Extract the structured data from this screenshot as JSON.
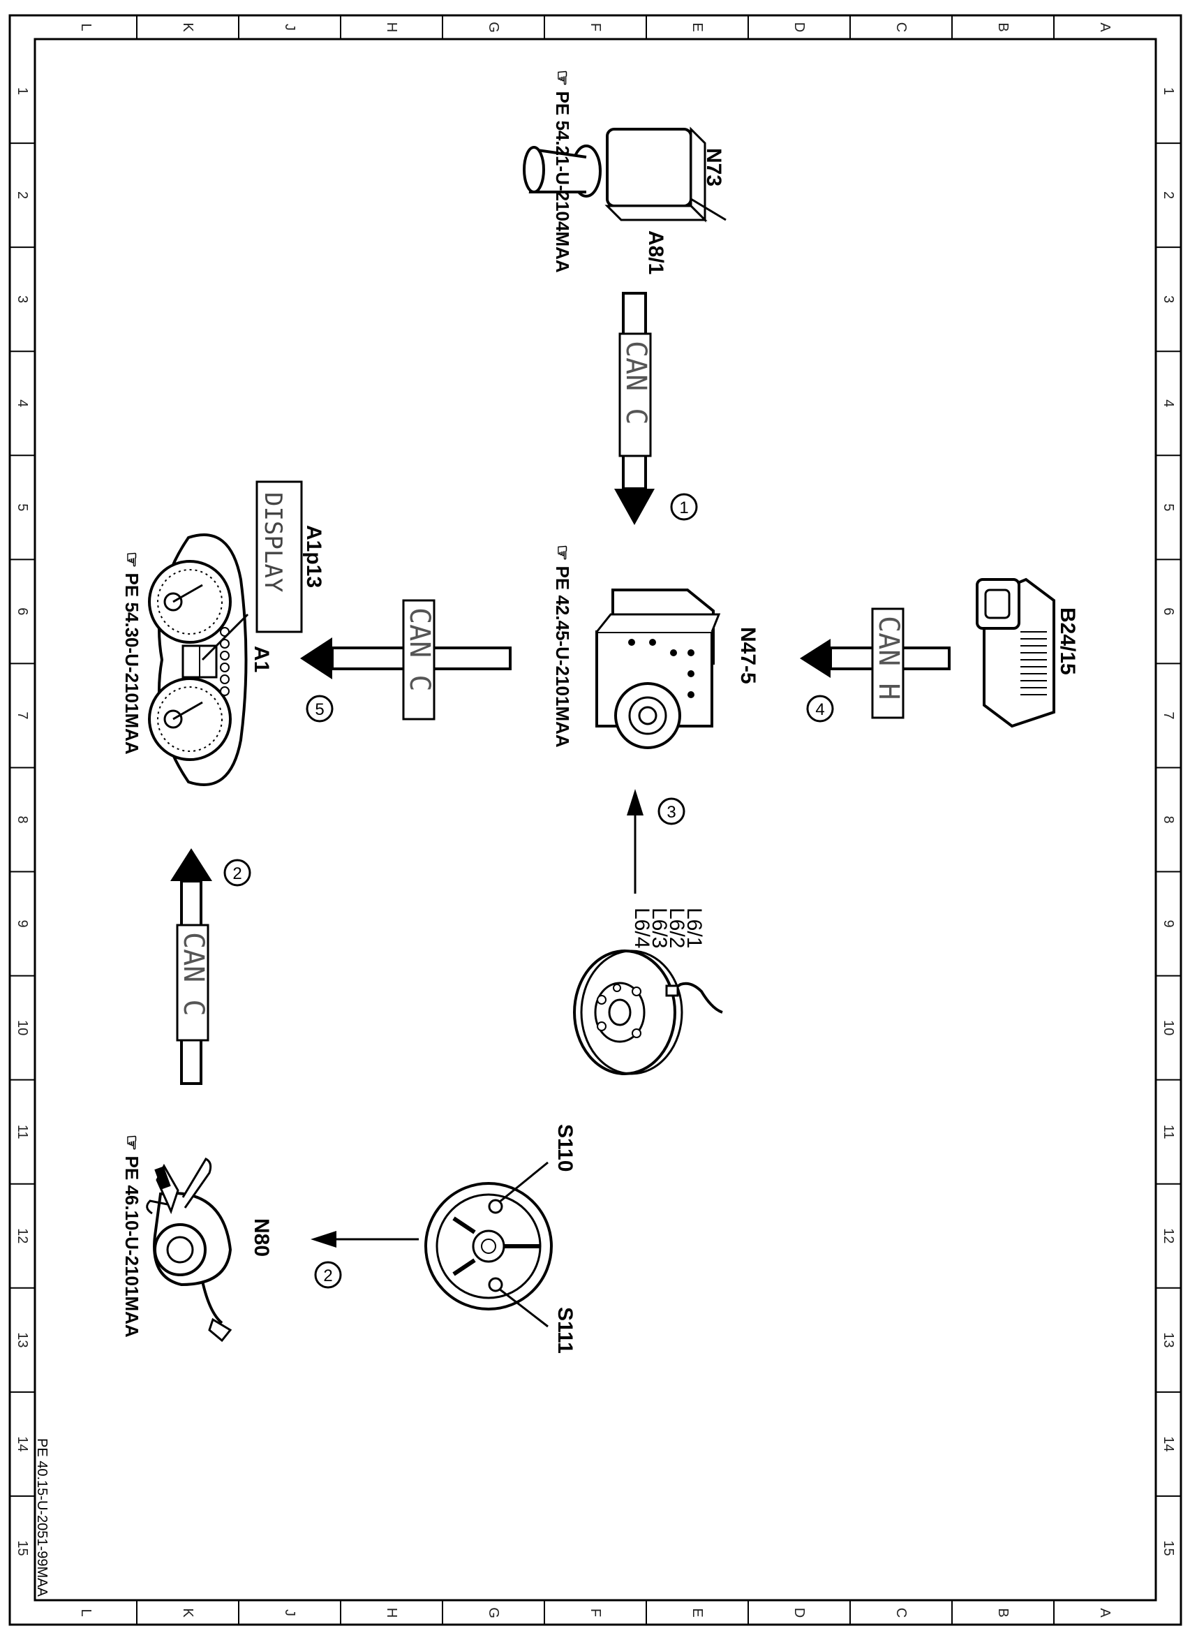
{
  "grid": {
    "columns": [
      "L",
      "K",
      "J",
      "H",
      "G",
      "F",
      "E",
      "D",
      "C",
      "B",
      "A"
    ],
    "rows": [
      "1",
      "2",
      "3",
      "4",
      "5",
      "6",
      "7",
      "8",
      "9",
      "10",
      "11",
      "12",
      "13",
      "14",
      "15"
    ]
  },
  "components": {
    "n73": {
      "label": "N73",
      "sub_label": "A8/1",
      "ref": "PE 54.21-U-2104MAA"
    },
    "n47_5": {
      "label": "N47-5",
      "ref": "PE 42.45-U-2101MAA"
    },
    "b24_15": {
      "label": "B24/15"
    },
    "a1": {
      "label": "A1",
      "sub_label": "A1p13",
      "display": "DISPLAY",
      "ref": "PE 54.30-U-2101MAA"
    },
    "wheel_sensors": {
      "labels": [
        "L6/1",
        "L6/2",
        "L6/3",
        "L6/4"
      ]
    },
    "steering_wheel": {
      "s110": "S110",
      "s111": "S111"
    },
    "n80": {
      "label": "N80",
      "ref": "PE 46.10-U-2101MAA"
    }
  },
  "connections": {
    "c1": {
      "bus": "CAN C",
      "step": "1"
    },
    "c2_upper": {
      "bus": "CAN C",
      "step": "2"
    },
    "c2_lower": {
      "step": "2"
    },
    "c3": {
      "step": "3"
    },
    "c4": {
      "bus": "CAN H",
      "step": "4"
    },
    "c5": {
      "bus": "CAN C",
      "step": "5"
    }
  },
  "footer_ref": "PE 40.15-U-2051-99MAA"
}
